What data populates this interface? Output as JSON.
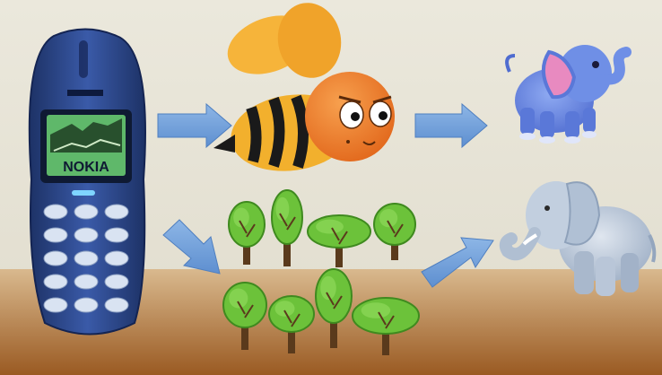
{
  "scene": {
    "background_top": "#e8e4d6",
    "background_ground_top": "#d9b98e",
    "background_ground_bottom": "#9a5a22"
  },
  "phone": {
    "body_color": "#2f4b8f",
    "body_dark": "#1d3266",
    "screen_color": "#5fb86a",
    "screen_label": "NOKIA",
    "keys": 15
  },
  "nodes": [
    {
      "id": "phone",
      "icon": "phone-icon"
    },
    {
      "id": "bee",
      "icon": "bee-icon"
    },
    {
      "id": "cartoon-elephant",
      "icon": "elephant-icon"
    },
    {
      "id": "trees",
      "icon": "tree-icon"
    },
    {
      "id": "realistic-elephant",
      "icon": "elephant-icon"
    }
  ],
  "arrows": [
    {
      "from": "phone",
      "to": "bee"
    },
    {
      "from": "bee",
      "to": "cartoon-elephant"
    },
    {
      "from": "phone",
      "to": "trees"
    },
    {
      "from": "trees",
      "to": "realistic-elephant"
    }
  ],
  "colors": {
    "arrow": "#6f9fd8",
    "bee_wing": "#f6b43a",
    "bee_head": "#ee7f2a",
    "tree_green": "#6cc23a",
    "tree_trunk": "#5a3a1c",
    "elephant_cartoon": "#6f8fe6",
    "elephant_ear": "#e88ac0",
    "elephant_real": "#b3c2d6"
  }
}
